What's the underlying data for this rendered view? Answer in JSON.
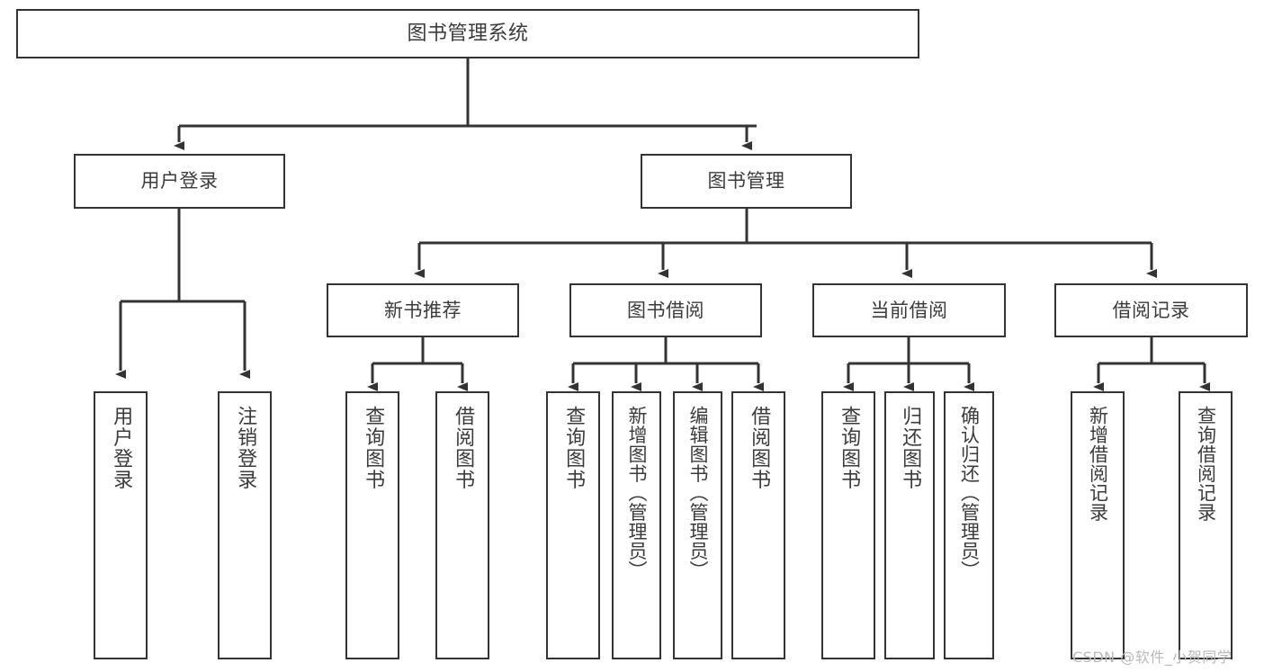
{
  "diagram": {
    "title": "图书管理系统",
    "type": "tree-hierarchy-chart",
    "background": "#ffffff",
    "line_color": "#333333",
    "text_color": "#3b3b3b",
    "root": {
      "label": "图书管理系统"
    },
    "level1": [
      {
        "label": "用户登录"
      },
      {
        "label": "图书管理"
      }
    ],
    "level2": [
      {
        "label": "新书推荐"
      },
      {
        "label": "图书借阅"
      },
      {
        "label": "当前借阅"
      },
      {
        "label": "借阅记录"
      }
    ],
    "leaves": {
      "user_login": [
        {
          "label": "用户登录"
        },
        {
          "label": "注销登录"
        }
      ],
      "new_book_recommend": [
        {
          "label": "查询图书"
        },
        {
          "label": "借阅图书"
        }
      ],
      "book_borrow": [
        {
          "label": "查询图书"
        },
        {
          "label": "新增图书（管理员）"
        },
        {
          "label": "编辑图书（管理员）"
        },
        {
          "label": "借阅图书"
        }
      ],
      "current_borrow": [
        {
          "label": "查询图书"
        },
        {
          "label": "归还图书"
        },
        {
          "label": "确认归还（管理员）"
        }
      ],
      "borrow_record": [
        {
          "label": "新增借阅记录"
        },
        {
          "label": "查询借阅记录"
        }
      ]
    }
  },
  "watermark": {
    "text": "CSDN @软件_小贺同学"
  }
}
